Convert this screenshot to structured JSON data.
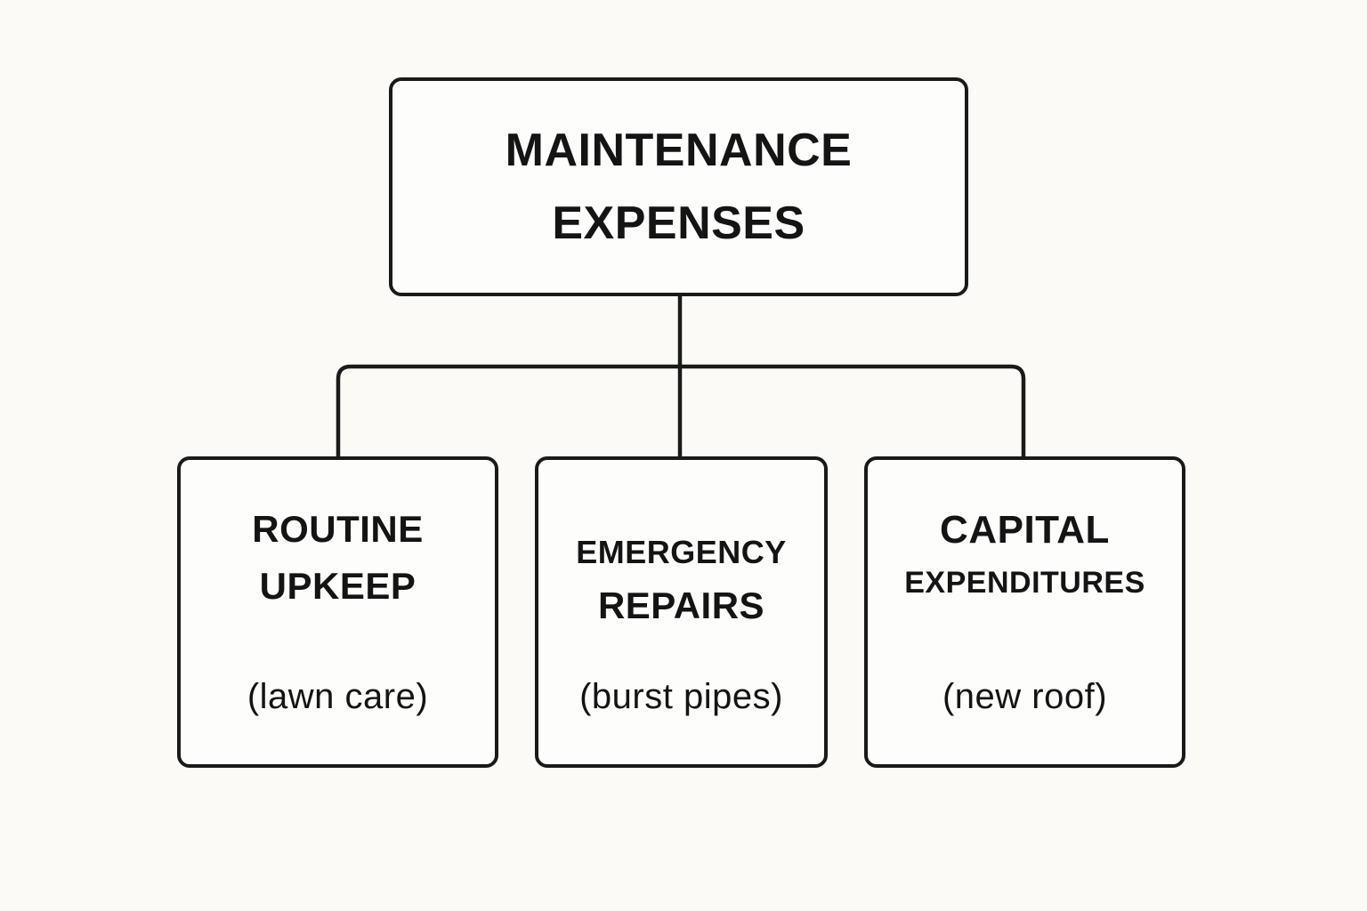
{
  "diagram": {
    "type": "hierarchy",
    "root": {
      "line1": "MAINTENANCE",
      "line2": "EXPENSES"
    },
    "children": [
      {
        "line1": "ROUTINE",
        "line2": "UPKEEP",
        "example": "(lawn care)"
      },
      {
        "line1": "EMERGENCY",
        "line2": "REPAIRS",
        "example": "(burst pipes)"
      },
      {
        "line1": "CAPITAL",
        "line2": "EXPENDITURES",
        "example": "(new roof)"
      }
    ],
    "colors": {
      "background": "#FBFAF7",
      "box_fill": "#FDFDFB",
      "line": "#1A1A1A",
      "text": "#141414"
    }
  }
}
